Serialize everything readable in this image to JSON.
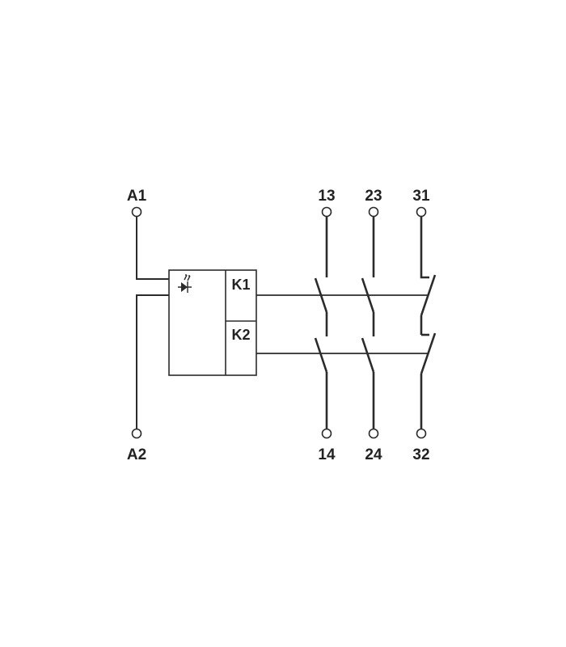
{
  "coil_terminals": {
    "top": "A1",
    "bottom": "A2"
  },
  "relays": [
    "K1",
    "K2"
  ],
  "contacts": [
    {
      "type": "normally-open",
      "top": "13",
      "bottom": "14"
    },
    {
      "type": "normally-open",
      "top": "23",
      "bottom": "24"
    },
    {
      "type": "normally-closed",
      "top": "31",
      "bottom": "32"
    }
  ],
  "icons": {
    "driver": "diode-symbol-icon"
  }
}
